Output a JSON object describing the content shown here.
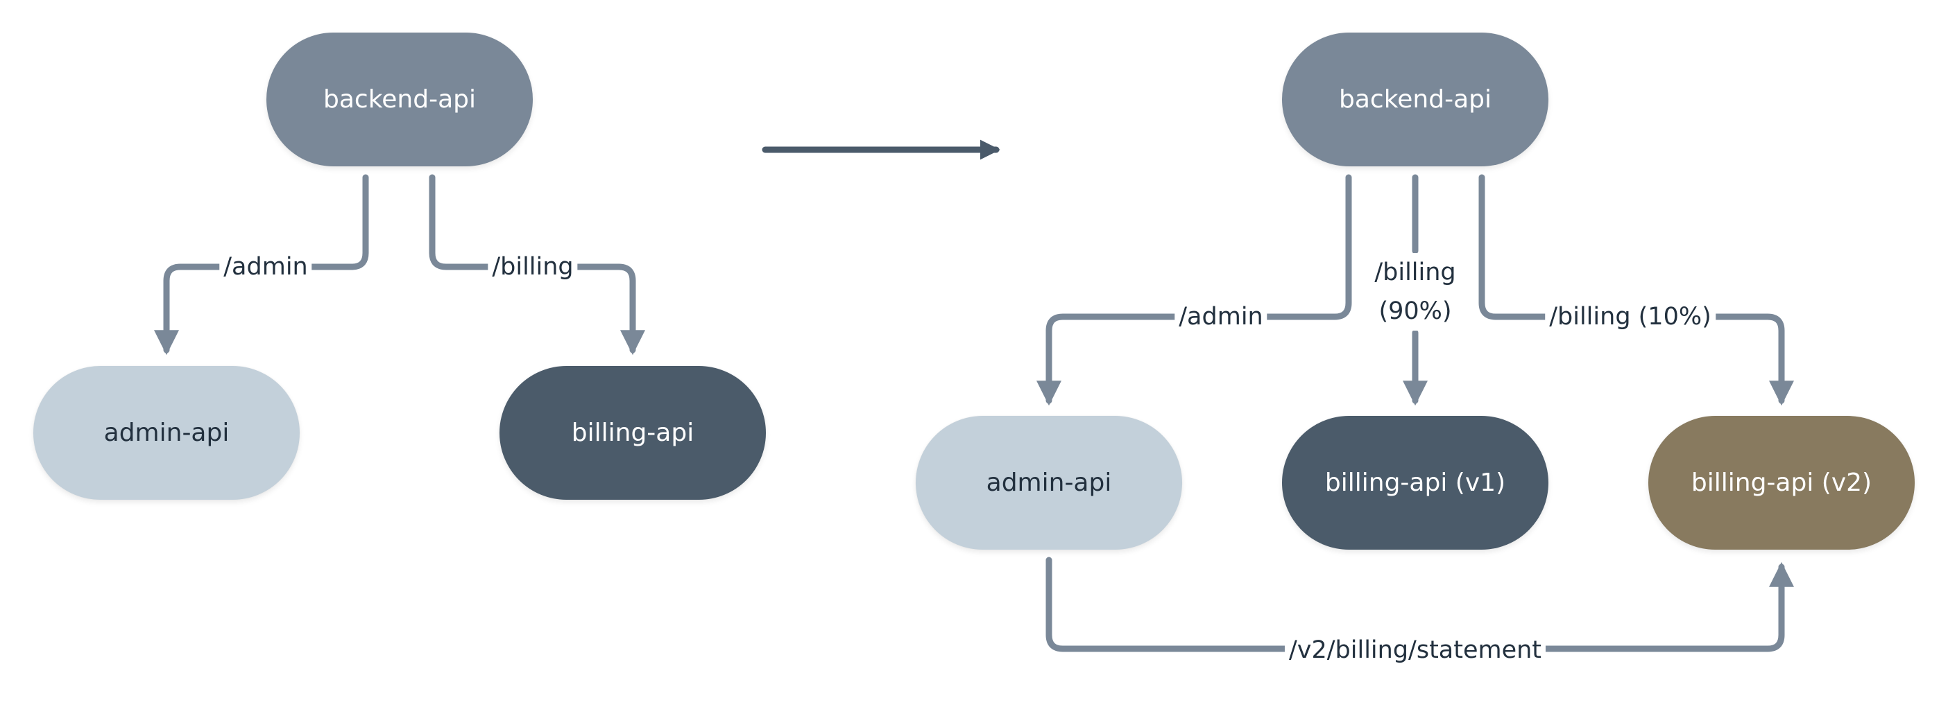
{
  "colors": {
    "edge": "#7a8898",
    "transition_arrow": "#4a5a6a",
    "label_text": "#22303e",
    "node_gateway": "#7a8898",
    "node_admin": "#c3d0da",
    "node_billing_v1": "#4b5b6a",
    "node_billing_v2": "#887a5f",
    "text_light": "#ffffff",
    "text_dark": "#22303e"
  },
  "before": {
    "nodes": {
      "gateway": "backend-api",
      "admin": "admin-api",
      "billing": "billing-api"
    },
    "edges": {
      "admin": "/admin",
      "billing": "/billing"
    }
  },
  "after": {
    "nodes": {
      "gateway": "backend-api",
      "admin": "admin-api",
      "billing_v1": "billing-api (v1)",
      "billing_v2": "billing-api (v2)"
    },
    "edges": {
      "admin": "/admin",
      "billing_v1_line1": "/billing",
      "billing_v1_line2": "(90%)",
      "billing_v2": "/billing (10%)",
      "statement": "/v2/billing/statement"
    }
  }
}
